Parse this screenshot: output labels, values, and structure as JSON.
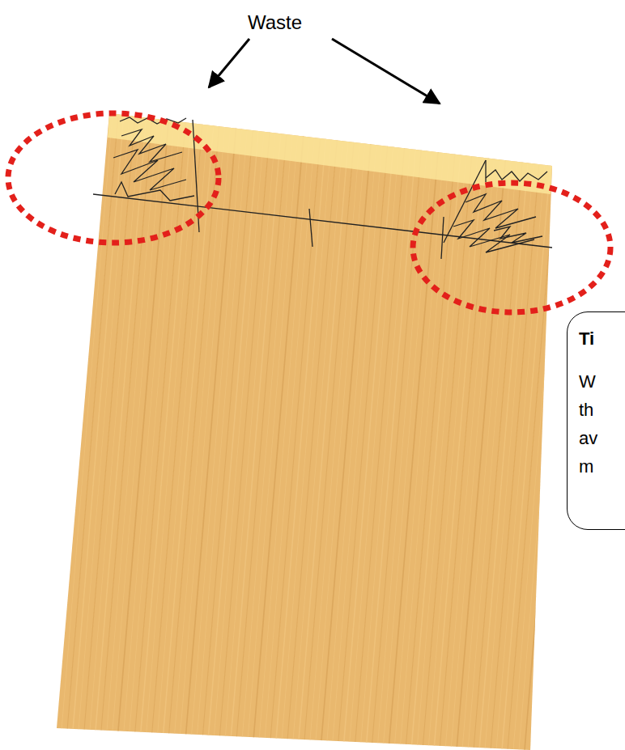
{
  "diagram": {
    "nodes": [
      {
        "text": [
          "Ti",
          "W th av m"
        ]
      }
    ],
    "edges": [],
    "labels": [
      "Waste"
    ]
  }
}
